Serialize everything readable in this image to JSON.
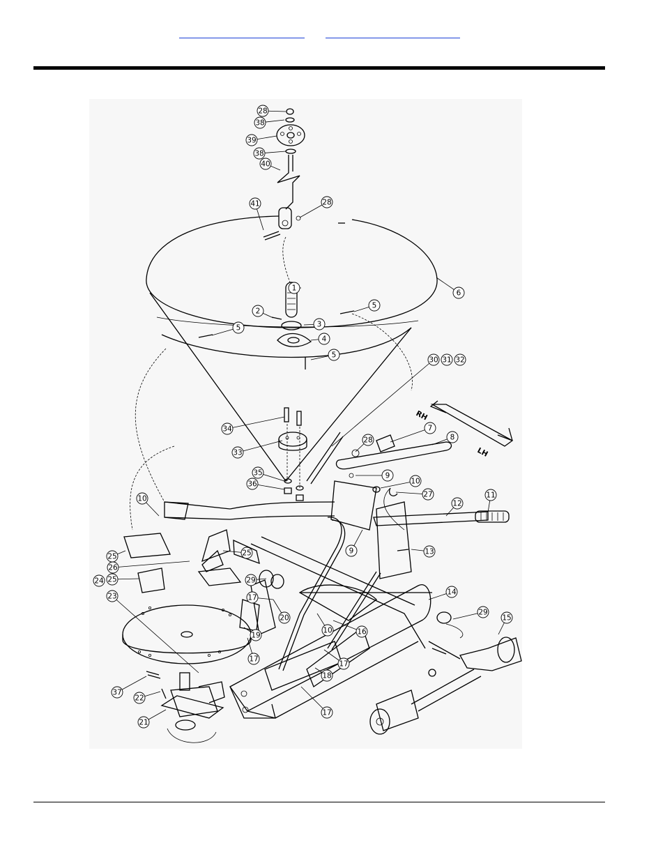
{
  "header": {
    "links": [
      {
        "id": "link-1",
        "text": ""
      },
      {
        "id": "link-2",
        "text": ""
      }
    ]
  },
  "diagram": {
    "direction_labels": {
      "right": "RH",
      "left": "LH"
    },
    "callouts": [
      {
        "id": "c1",
        "label": "1"
      },
      {
        "id": "c2",
        "label": "2"
      },
      {
        "id": "c3",
        "label": "3"
      },
      {
        "id": "c4",
        "label": "4"
      },
      {
        "id": "c5a",
        "label": "5"
      },
      {
        "id": "c5b",
        "label": "5"
      },
      {
        "id": "c5c",
        "label": "5"
      },
      {
        "id": "c6",
        "label": "6"
      },
      {
        "id": "c7",
        "label": "7"
      },
      {
        "id": "c8",
        "label": "8"
      },
      {
        "id": "c9a",
        "label": "9"
      },
      {
        "id": "c9b",
        "label": "9"
      },
      {
        "id": "c10a",
        "label": "10"
      },
      {
        "id": "c10b",
        "label": "10"
      },
      {
        "id": "c10c",
        "label": "10"
      },
      {
        "id": "c11",
        "label": "11"
      },
      {
        "id": "c12",
        "label": "12"
      },
      {
        "id": "c13",
        "label": "13"
      },
      {
        "id": "c14",
        "label": "14"
      },
      {
        "id": "c15",
        "label": "15"
      },
      {
        "id": "c16",
        "label": "16"
      },
      {
        "id": "c17a",
        "label": "17"
      },
      {
        "id": "c17b",
        "label": "17"
      },
      {
        "id": "c17c",
        "label": "17"
      },
      {
        "id": "c17d",
        "label": "17"
      },
      {
        "id": "c18",
        "label": "18"
      },
      {
        "id": "c19",
        "label": "19"
      },
      {
        "id": "c20",
        "label": "20"
      },
      {
        "id": "c21",
        "label": "21"
      },
      {
        "id": "c22",
        "label": "22"
      },
      {
        "id": "c23",
        "label": "23"
      },
      {
        "id": "c24",
        "label": "24"
      },
      {
        "id": "c25a",
        "label": "25"
      },
      {
        "id": "c25b",
        "label": "25"
      },
      {
        "id": "c25c",
        "label": "25"
      },
      {
        "id": "c26",
        "label": "26"
      },
      {
        "id": "c27",
        "label": "27"
      },
      {
        "id": "c28a",
        "label": "28"
      },
      {
        "id": "c28b",
        "label": "28"
      },
      {
        "id": "c28c",
        "label": "28"
      },
      {
        "id": "c29a",
        "label": "29"
      },
      {
        "id": "c29b",
        "label": "29"
      },
      {
        "id": "c30",
        "label": "30"
      },
      {
        "id": "c31",
        "label": "31"
      },
      {
        "id": "c32",
        "label": "32"
      },
      {
        "id": "c33",
        "label": "33"
      },
      {
        "id": "c34",
        "label": "34"
      },
      {
        "id": "c35",
        "label": "35"
      },
      {
        "id": "c36",
        "label": "36"
      },
      {
        "id": "c37",
        "label": "37"
      },
      {
        "id": "c38a",
        "label": "38"
      },
      {
        "id": "c38b",
        "label": "38"
      },
      {
        "id": "c39",
        "label": "39"
      },
      {
        "id": "c40",
        "label": "40"
      },
      {
        "id": "c41",
        "label": "41"
      }
    ]
  }
}
